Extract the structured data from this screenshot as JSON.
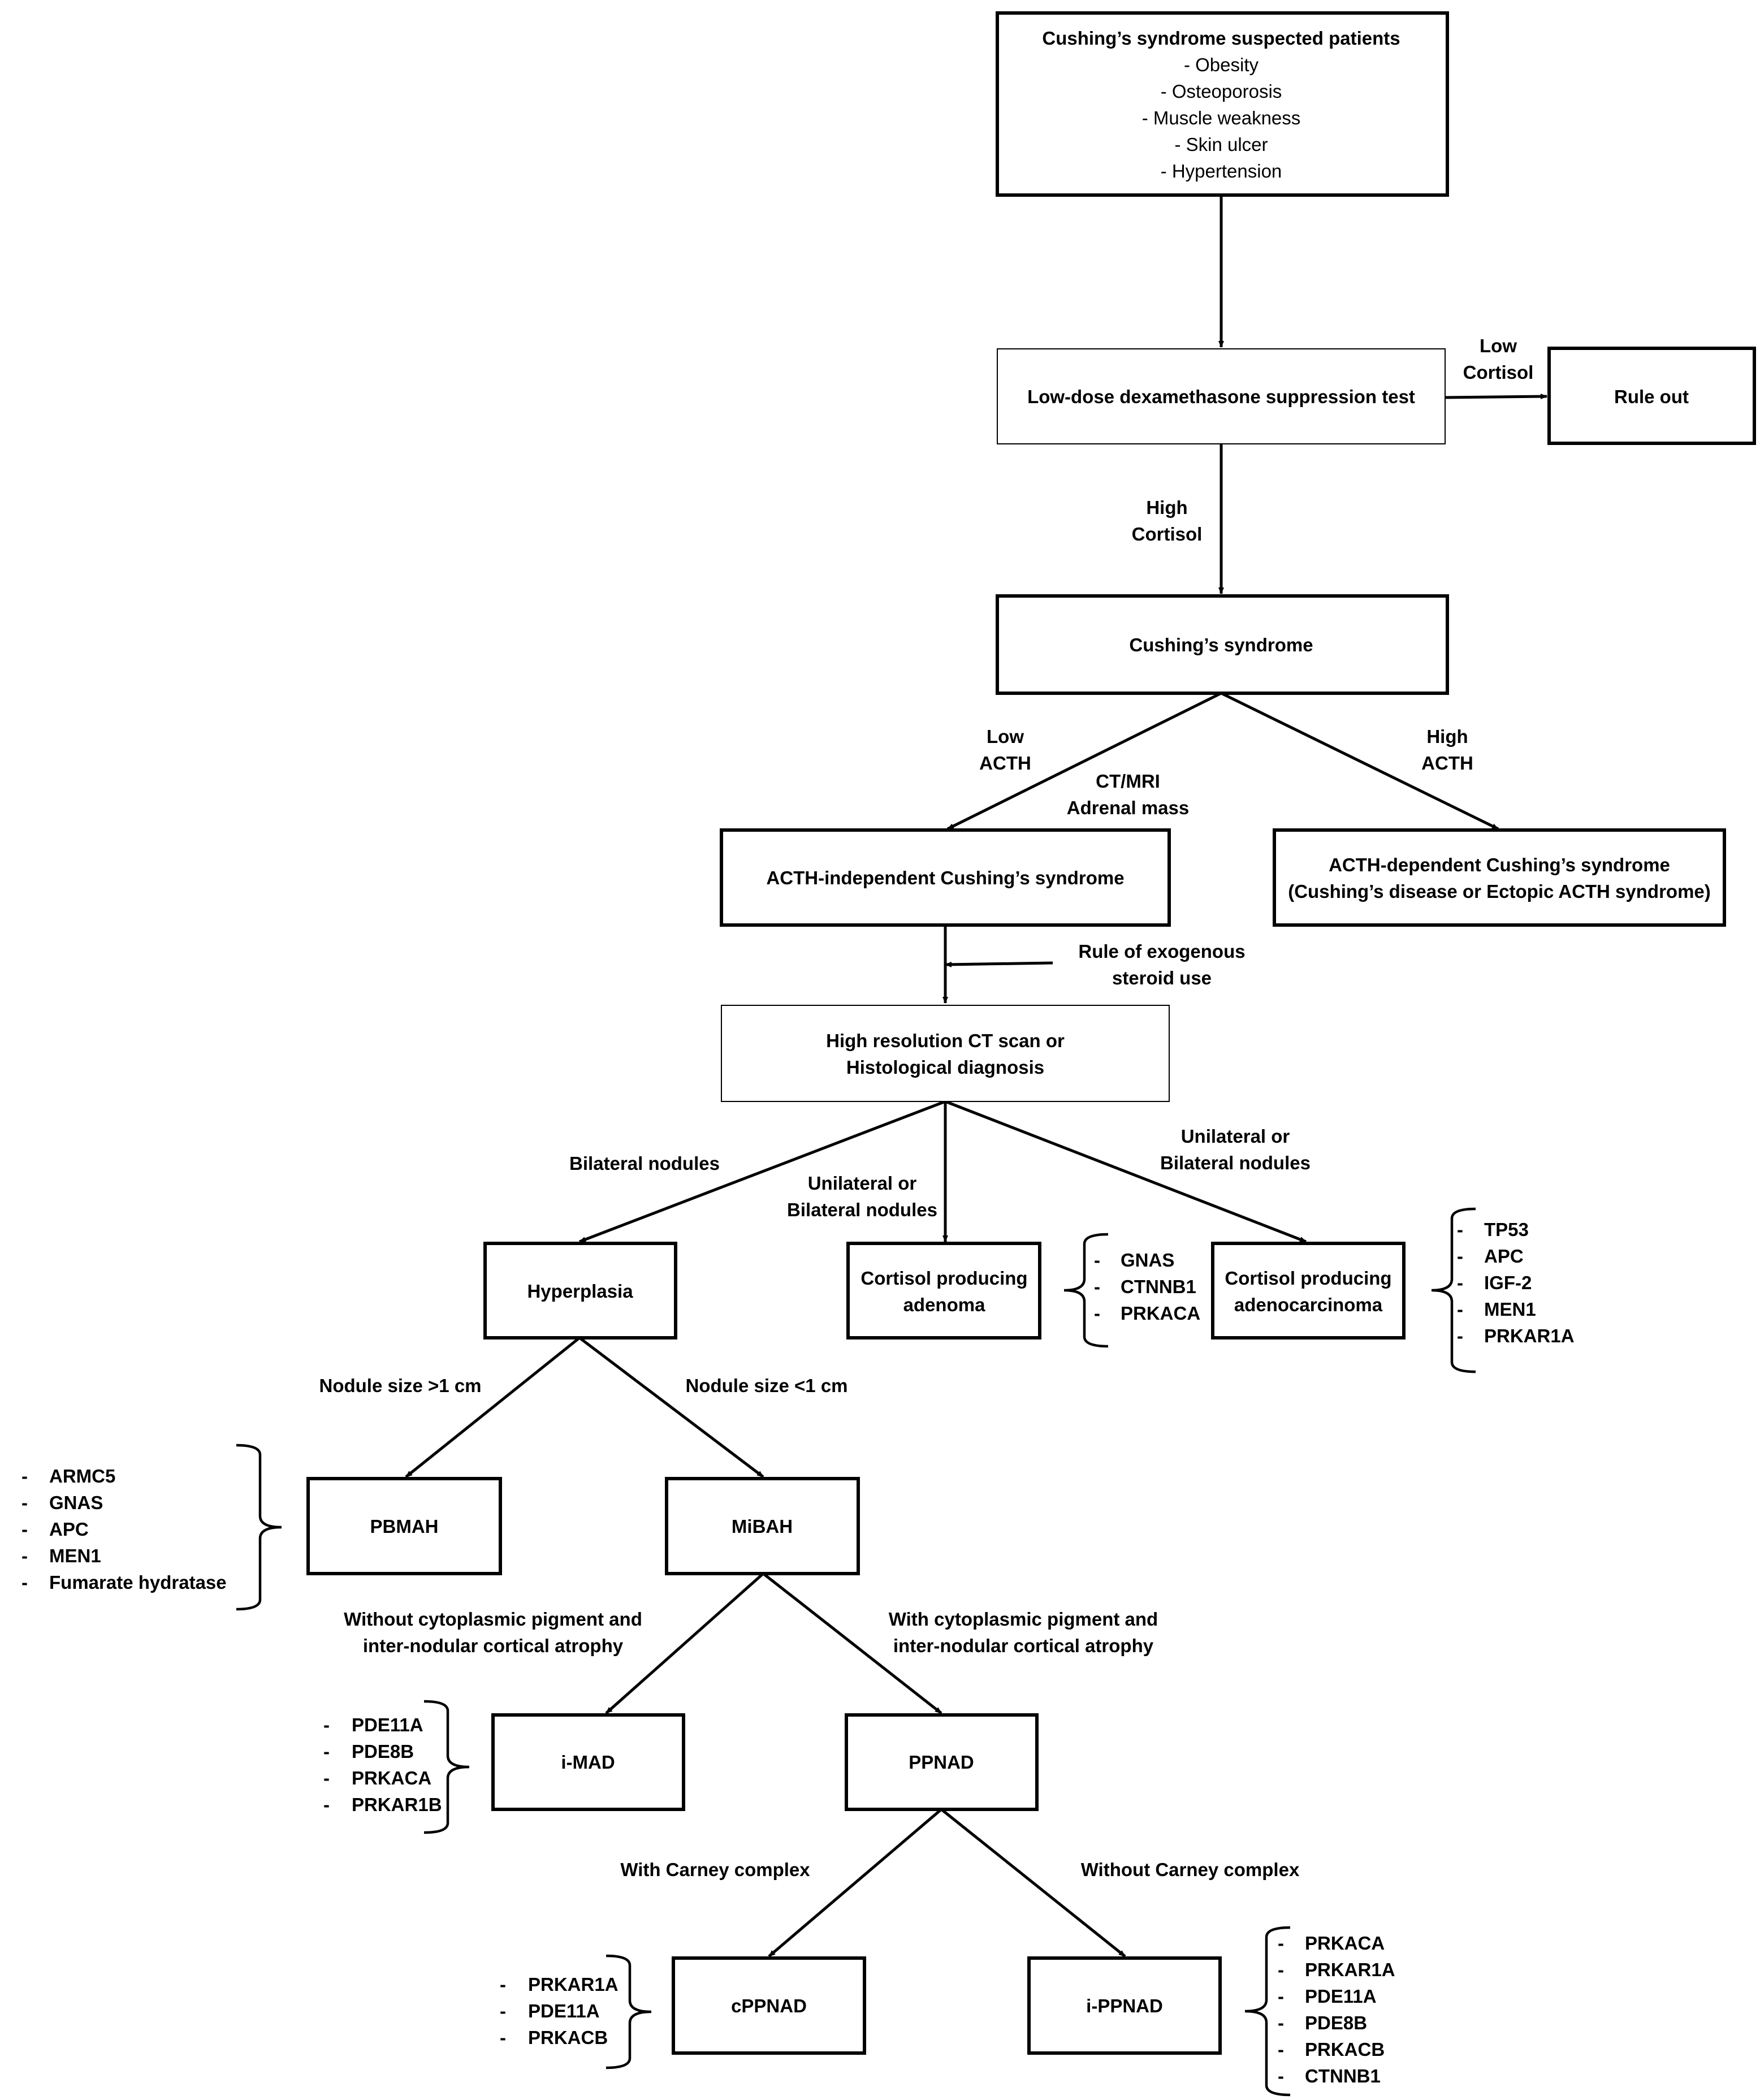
{
  "nodes": {
    "suspected": {
      "title": "Cushing’s syndrome suspected patients",
      "items": [
        "- Obesity",
        "- Osteoporosis",
        "- Muscle weakness",
        "- Skin ulcer",
        "- Hypertension"
      ]
    },
    "ldst": "Low-dose dexamethasone suppression test",
    "rule_out": "Rule out",
    "cushings": "Cushing’s syndrome",
    "acth_independent": "ACTH-independent Cushing’s syndrome",
    "acth_dependent": [
      "ACTH-dependent Cushing’s syndrome",
      "(Cushing’s disease or Ectopic ACTH syndrome)"
    ],
    "ct_scan": [
      "High resolution CT scan or",
      "Histological diagnosis"
    ],
    "hyperplasia": "Hyperplasia",
    "adenoma": [
      "Cortisol producing",
      "adenoma"
    ],
    "adenocarcinoma": [
      "Cortisol producing",
      "adenocarcinoma"
    ],
    "pbmah": "PBMAH",
    "mibah": "MiBAH",
    "imad": "i-MAD",
    "ppnad": "PPNAD",
    "cppnad": "cPPNAD",
    "ippnad": "i-PPNAD"
  },
  "edge_labels": {
    "low_cortisol": [
      "Low",
      "Cortisol"
    ],
    "high_cortisol": [
      "High",
      "Cortisol"
    ],
    "low_acth": [
      "Low",
      "ACTH"
    ],
    "ct_mri": [
      "CT/MRI",
      "Adrenal mass"
    ],
    "high_acth": [
      "High",
      "ACTH"
    ],
    "exogenous": [
      "Rule of exogenous",
      "steroid use"
    ],
    "bilateral": "Bilateral nodules",
    "uni_bi_1": [
      "Unilateral or",
      "Bilateral nodules"
    ],
    "uni_bi_2": [
      "Unilateral or",
      "Bilateral nodules"
    ],
    "nodule_gt": "Nodule size >1 cm",
    "nodule_lt": "Nodule size <1 cm",
    "without_pigment": [
      "Without cytoplasmic pigment and",
      "inter-nodular cortical atrophy"
    ],
    "with_pigment": [
      "With cytoplasmic pigment and",
      "inter-nodular cortical atrophy"
    ],
    "with_carney": "With Carney complex",
    "without_carney": "Without Carney complex"
  },
  "gene_lists": {
    "adenoma": [
      "GNAS",
      "CTNNB1",
      "PRKACA"
    ],
    "adenocarcinoma": [
      "TP53",
      "APC",
      "IGF-2",
      "MEN1",
      "PRKAR1A"
    ],
    "pbmah": [
      "ARMC5",
      "GNAS",
      "APC",
      "MEN1",
      "Fumarate hydratase"
    ],
    "imad": [
      "PDE11A",
      "PDE8B",
      "PRKACA",
      "PRKAR1B"
    ],
    "cppnad": [
      "PRKAR1A",
      "PDE11A",
      "PRKACB"
    ],
    "ippnad": [
      "PRKACA",
      "PRKAR1A",
      "PDE11A",
      "PDE8B",
      "PRKACB",
      "CTNNB1"
    ]
  }
}
